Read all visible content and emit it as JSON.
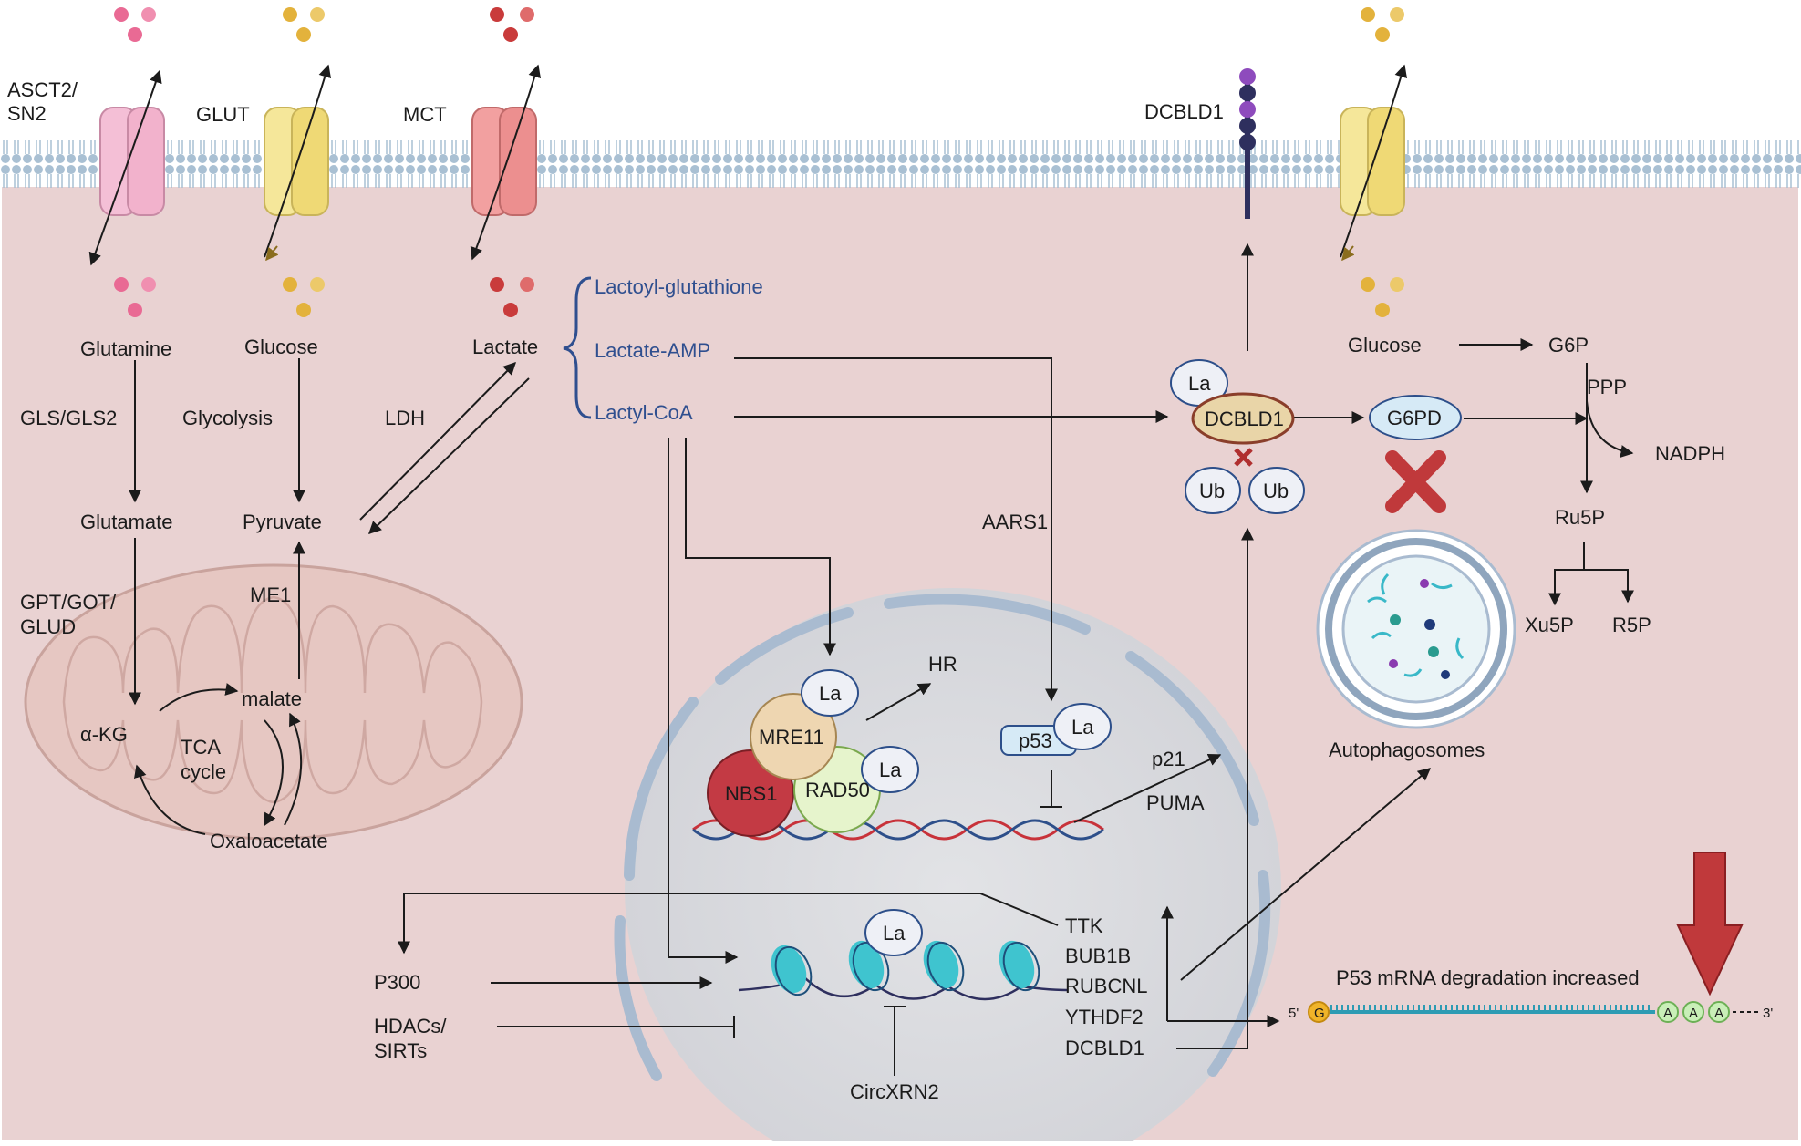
{
  "transporters": {
    "asct2": "ASCT2/\nSN2",
    "glut": "GLUT",
    "mct": "MCT",
    "dcbld1": "DCBLD1"
  },
  "metabolites": {
    "glutamine": "Glutamine",
    "glucose": "Glucose",
    "lactate": "Lactate",
    "glutamate": "Glutamate",
    "pyruvate": "Pyruvate",
    "akg": "α-KG",
    "malate": "malate",
    "tca": "TCA\ncycle",
    "oxaloacetate": "Oxaloacetate",
    "glucose2": "Glucose",
    "g6p": "G6P",
    "nadph": "NADPH",
    "ru5p": "Ru5P",
    "xu5p": "Xu5P",
    "r5p": "R5P"
  },
  "enzymes": {
    "gls": "GLS/GLS2",
    "glycolysis": "Glycolysis",
    "ldh": "LDH",
    "gpt": "GPT/GOT/\nGLUD",
    "me1": "ME1",
    "aars1": "AARS1",
    "ppp": "PPP"
  },
  "lactate_derivatives": {
    "lactoyl_glutathione": "Lactoyl-glutathione",
    "lactate_amp": "Lactate-AMP",
    "lactyl_coa": "Lactyl-CoA"
  },
  "proteins": {
    "la": "La",
    "dcbld1": "DCBLD1",
    "ub": "Ub",
    "g6pd": "G6PD",
    "mre11": "MRE11",
    "nbs1": "NBS1",
    "rad50": "RAD50",
    "p53": "p53",
    "hr": "HR",
    "p21": "p21",
    "puma": "PUMA"
  },
  "nucleus_genes": {
    "ttk": "TTK",
    "bub1b": "BUB1B",
    "rubcnl": "RUBCNL",
    "ythdf2": "YTHDF2",
    "dcbld1": "DCBLD1"
  },
  "regulators": {
    "p300": "P300",
    "hdacs": "HDACs/\nSIRTs",
    "circxrn2": "CircXRN2"
  },
  "autophagosomes": "Autophagosomes",
  "mrna": {
    "label": "P53 mRNA degradation increased",
    "five": "5'",
    "three": "3'",
    "cap": "G",
    "tail": "A"
  },
  "colors": {
    "cytoplasm": "#e9d2d2",
    "nucleus": "#d9dade",
    "membrane": "#9ab3c8",
    "pathway_blue": "#2f4f8f",
    "down_arrow": "#c0393b",
    "inhibit_x": "#c0393b"
  }
}
